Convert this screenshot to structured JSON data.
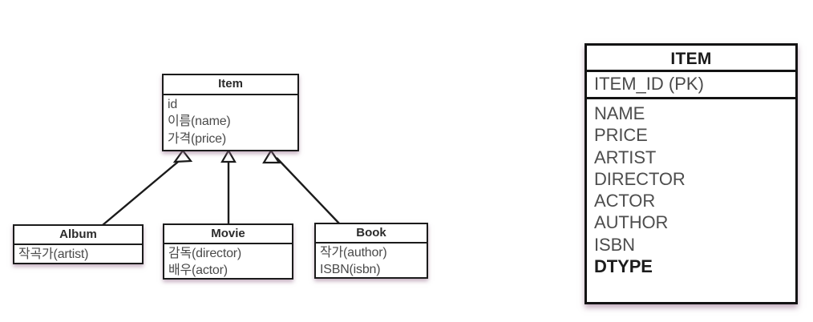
{
  "diagram": {
    "type": "uml-class-to-relational-table-mapping",
    "uml": {
      "superclass": {
        "name": "Item",
        "attributes": [
          "id",
          "이름(name)",
          "가격(price)"
        ]
      },
      "subclasses": [
        {
          "name": "Album",
          "attributes": [
            "작곡가(artist)"
          ]
        },
        {
          "name": "Movie",
          "attributes": [
            "감독(director)",
            "배우(actor)"
          ]
        },
        {
          "name": "Book",
          "attributes": [
            "작가(author)",
            "ISBN(isbn)"
          ]
        }
      ],
      "relationship": "generalization"
    },
    "table": {
      "name": "ITEM",
      "primary_key": "ITEM_ID (PK)",
      "columns": [
        {
          "label": "NAME",
          "bold": false
        },
        {
          "label": "PRICE",
          "bold": false
        },
        {
          "label": "ARTIST",
          "bold": false
        },
        {
          "label": "DIRECTOR",
          "bold": false
        },
        {
          "label": "ACTOR",
          "bold": false
        },
        {
          "label": "AUTHOR",
          "bold": false
        },
        {
          "label": "ISBN",
          "bold": false
        },
        {
          "label": "DTYPE",
          "bold": true
        }
      ]
    }
  },
  "colors": {
    "background": "#ffffff",
    "border": "#1b1b1b",
    "text": "#4a4a4a",
    "title_text": "#2b2b2b",
    "shadow_tint": "#966e8c"
  }
}
